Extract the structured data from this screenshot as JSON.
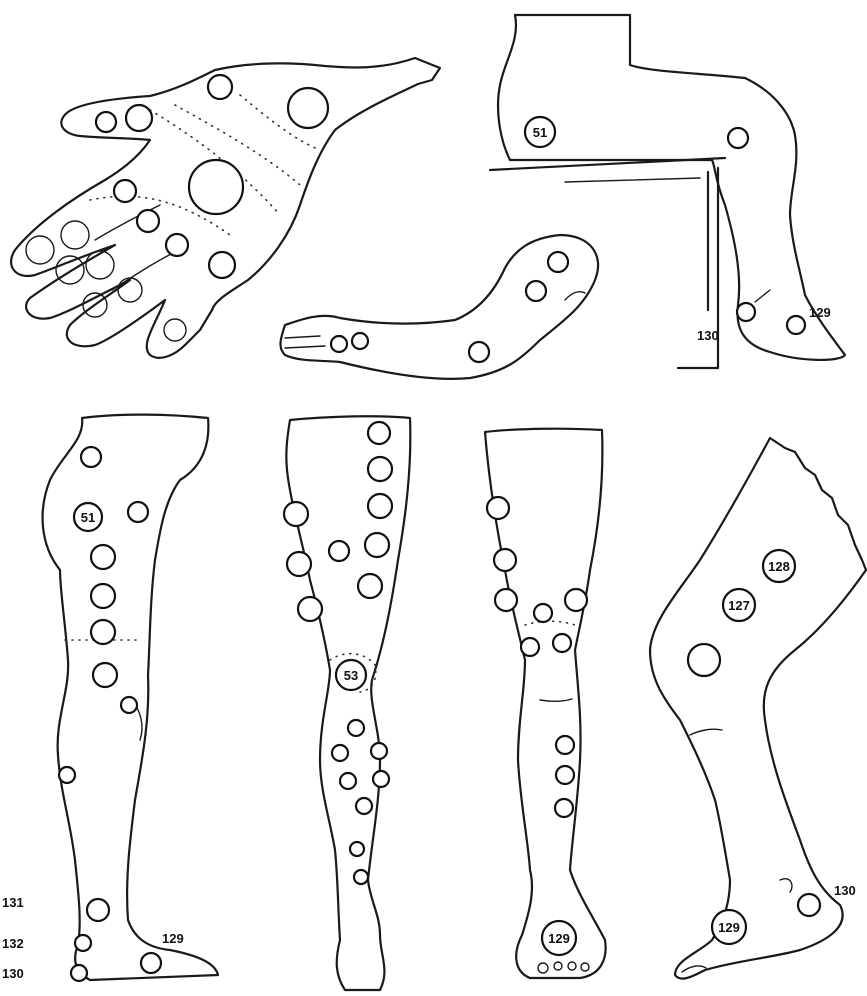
{
  "numbered_points": {
    "sit_thigh": "51",
    "sit_foot_top": "129",
    "sit_heel": "130",
    "lat_thigh": "51",
    "lat_ankle_131": "131",
    "lat_ankle_132": "132",
    "lat_heel_130": "130",
    "lat_foot_129": "129",
    "front_knee": "53",
    "front2_foot": "129",
    "bent_thigh_128": "128",
    "bent_thigh_127": "127",
    "bent_heel": "130",
    "bent_foot": "129"
  },
  "colors": {
    "ink": "#111111",
    "background": "#ffffff"
  }
}
